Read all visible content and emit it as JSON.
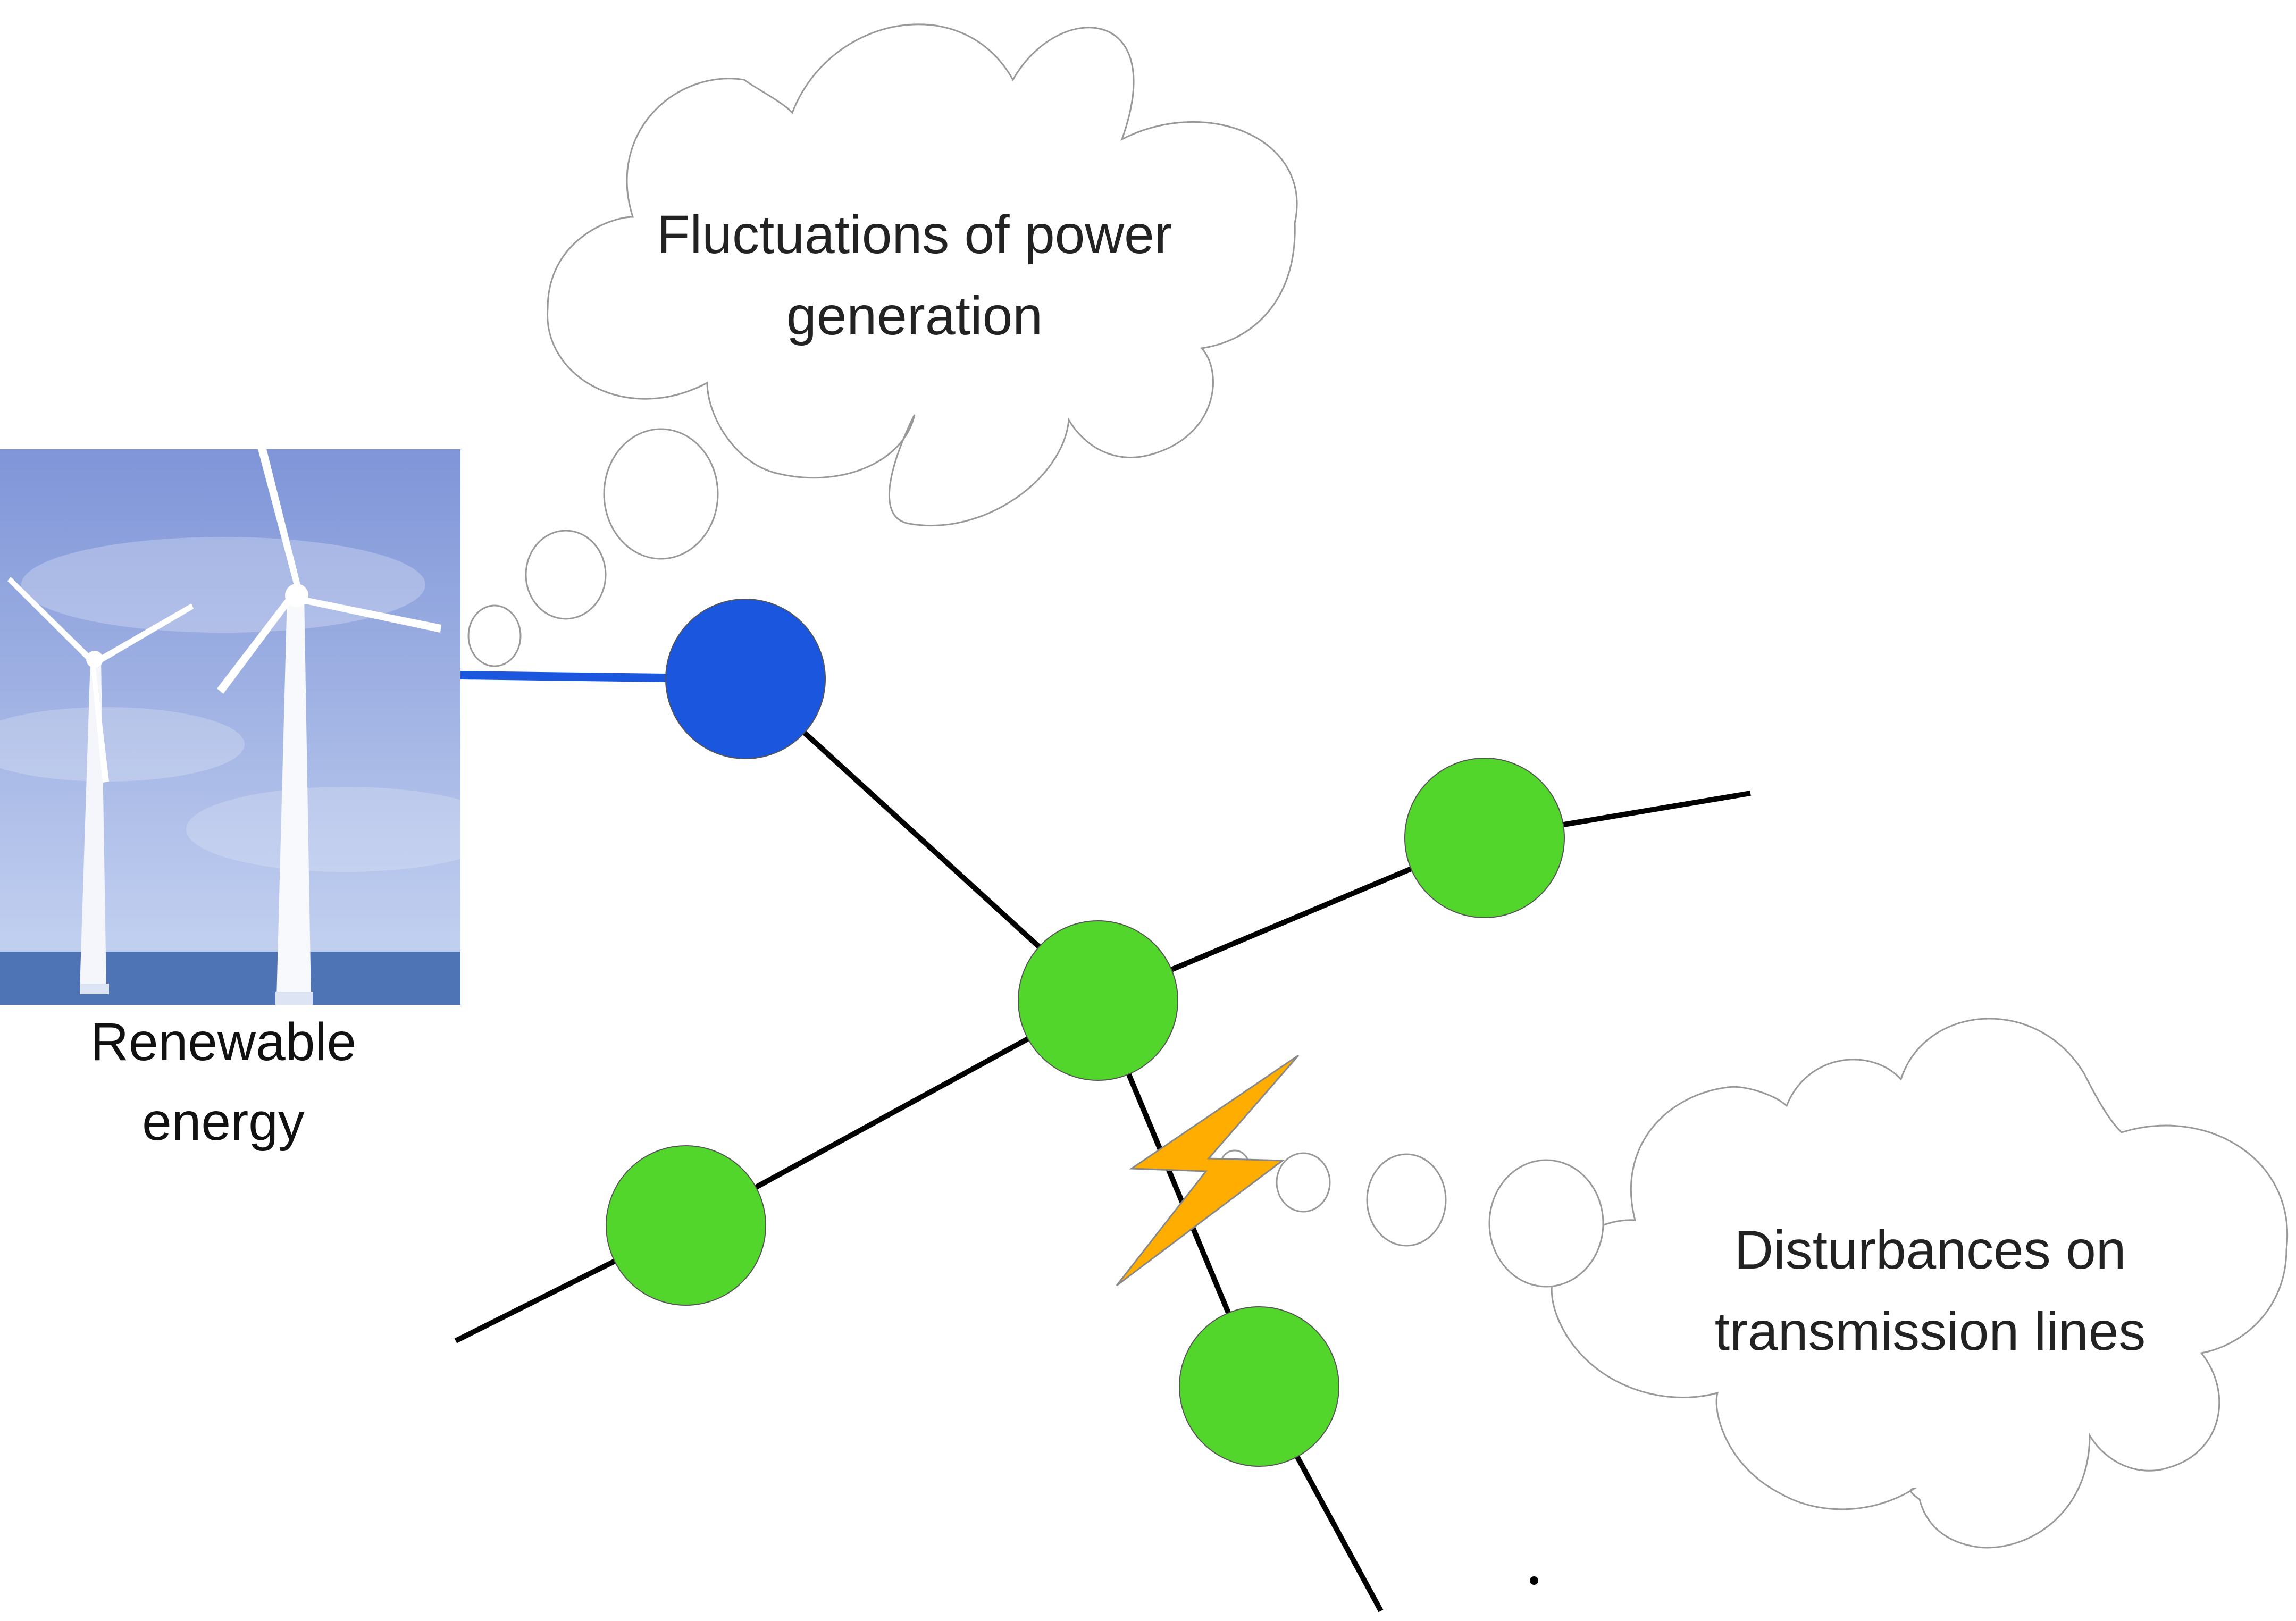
{
  "labels": {
    "power_fluctuation": [
      "Fluctuations of power",
      "generation"
    ],
    "line_disturbance": [
      "Disturbances on",
      "transmission lines"
    ],
    "renewable": [
      "Renewable",
      "energy"
    ]
  },
  "icons": {
    "source_image": "wind-turbines-image",
    "fault": "lightning-bolt-icon"
  },
  "colors": {
    "renewable_bus": "#1a56de",
    "bus": "#52d62b",
    "line": "#000000",
    "renewable_link": "#1a56de",
    "fault": "#ffad00",
    "cloud_outline": "#999999",
    "sky_top": "#7f95d8",
    "sky_bottom": "#c9d6f2",
    "sea": "#4f74b5"
  }
}
